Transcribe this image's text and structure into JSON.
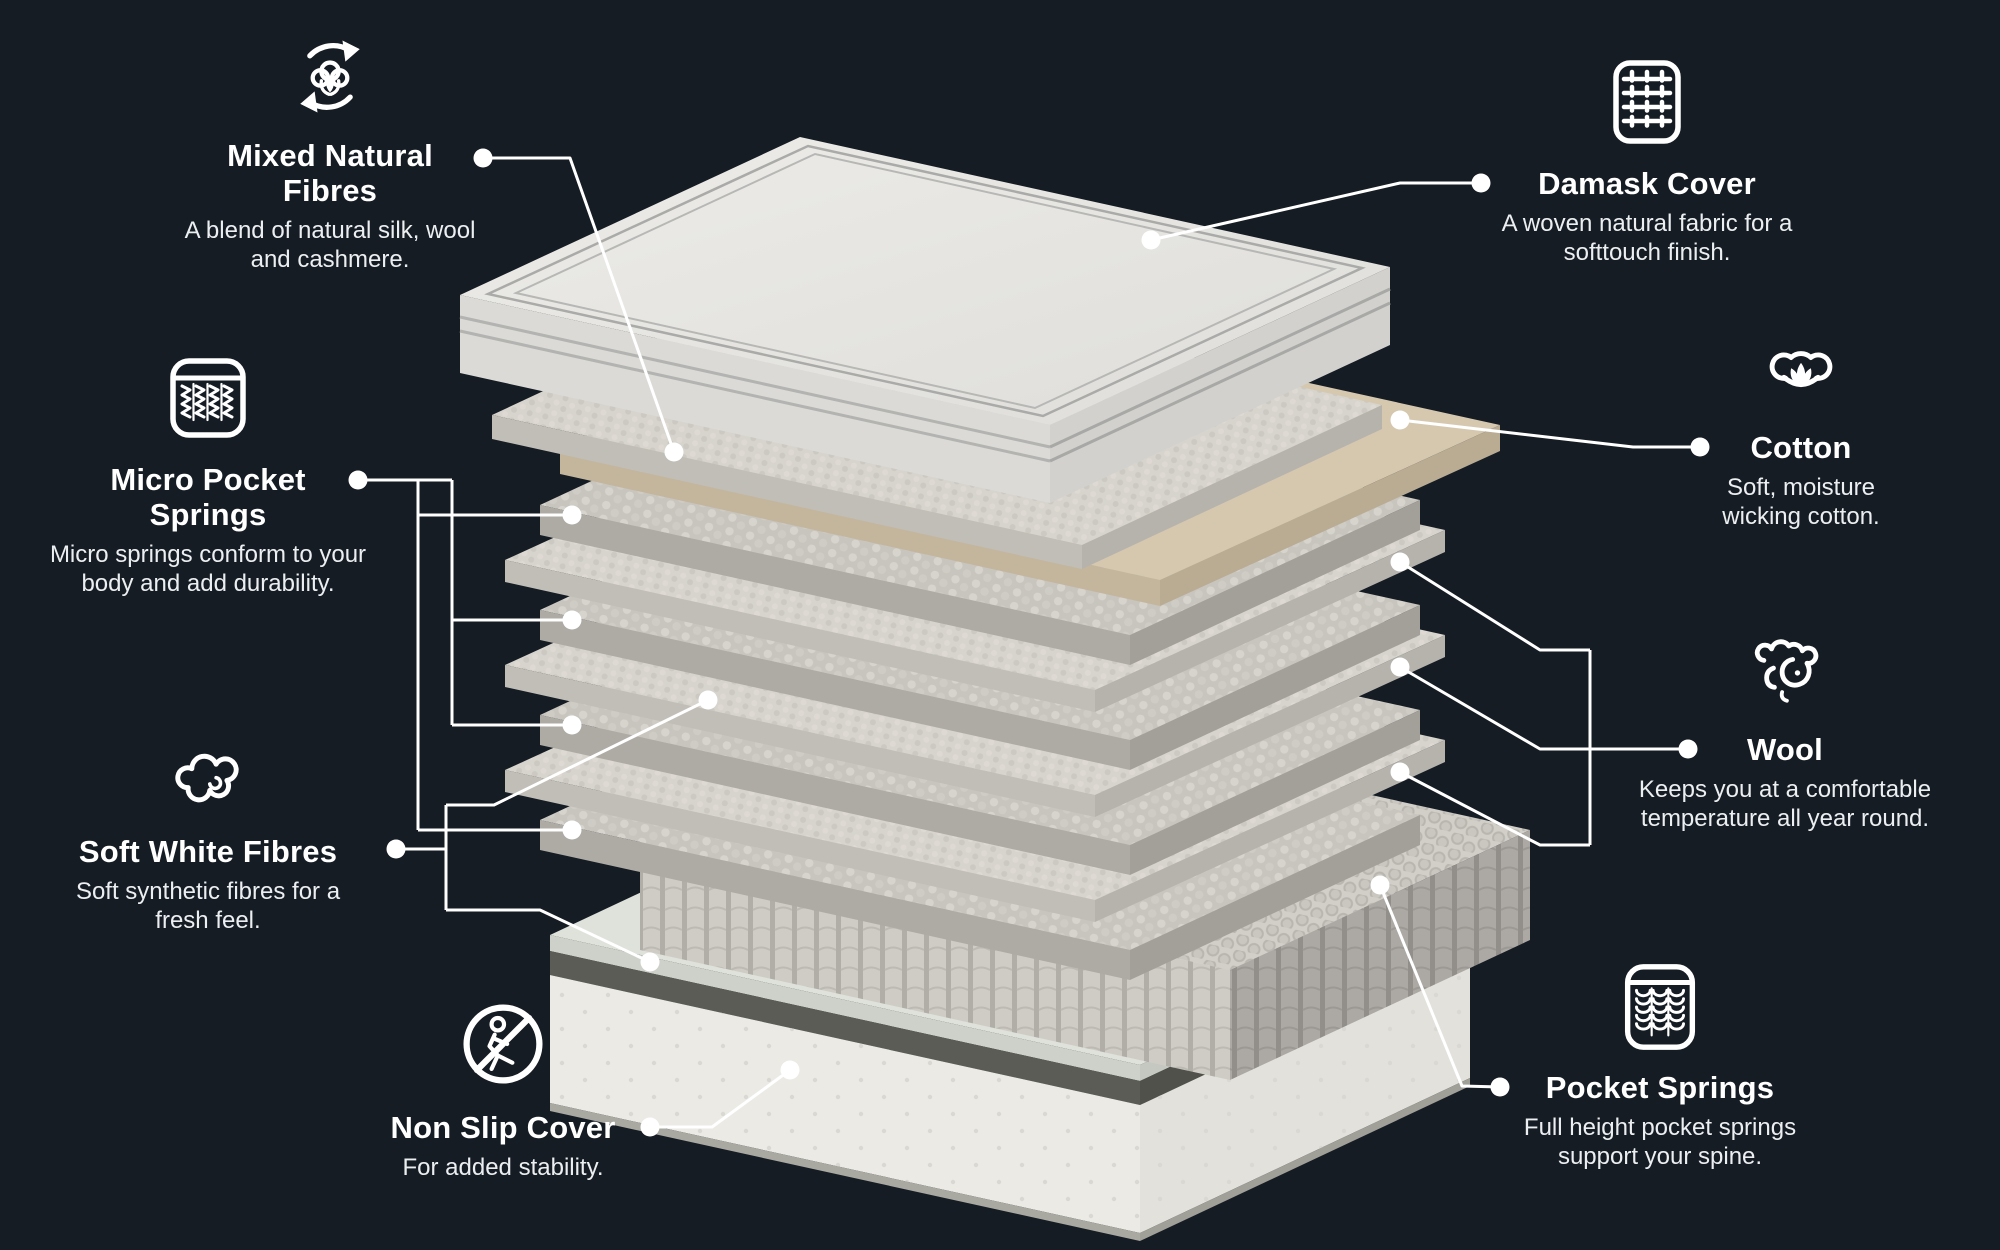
{
  "background_color": "#151c24",
  "text_color": "#ffffff",
  "line_color": "#ffffff",
  "layer_colors": {
    "fabric_light": "#e9e8e4",
    "fibre_layer": "#d7d4cd",
    "cotton_tan": "#d5c8af",
    "micro_springs": "#c8c5bf",
    "pocket_springs": "#d2cfc9",
    "base_white": "#ebeae4",
    "base_band": "#5c5c56"
  },
  "callouts": {
    "mixed_natural_fibres": {
      "title": "Mixed Natural Fibres",
      "description": "A blend of natural silk, wool and cashmere.",
      "icon": "natural-fibres-cycle-icon"
    },
    "micro_pocket_springs": {
      "title": "Micro Pocket Springs",
      "description": "Micro springs conform to your body and add durability.",
      "icon": "micro-pocket-springs-icon"
    },
    "soft_white_fibres": {
      "title": "Soft White Fibres",
      "description": "Soft synthetic fibres for a fresh feel.",
      "icon": "soft-fibres-cloud-icon"
    },
    "non_slip_cover": {
      "title": "Non Slip Cover",
      "description": "For added stability.",
      "icon": "non-slip-icon"
    },
    "damask_cover": {
      "title": "Damask Cover",
      "description": "A woven natural fabric for a softtouch finish.",
      "icon": "woven-fabric-icon"
    },
    "cotton": {
      "title": "Cotton",
      "description": "Soft, moisture wicking cotton.",
      "icon": "cotton-boll-icon"
    },
    "wool": {
      "title": "Wool",
      "description": "Keeps you at a comfortable temperature all year round.",
      "icon": "sheep-icon"
    },
    "pocket_springs": {
      "title": "Pocket Springs",
      "description": "Full height pocket springs support your spine.",
      "icon": "pocket-springs-icon"
    }
  }
}
